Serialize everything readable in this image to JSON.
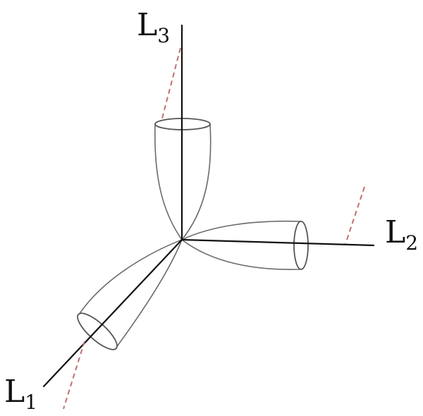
{
  "labels": {
    "l1": {
      "main": "L",
      "sub": "1"
    },
    "l2": {
      "main": "L",
      "sub": "2"
    },
    "l3": {
      "main": "L",
      "sub": "3"
    }
  },
  "colors": {
    "axis": "#111111",
    "lobe_outline": "#6a6a6a",
    "dashed_line": "#c07070"
  }
}
